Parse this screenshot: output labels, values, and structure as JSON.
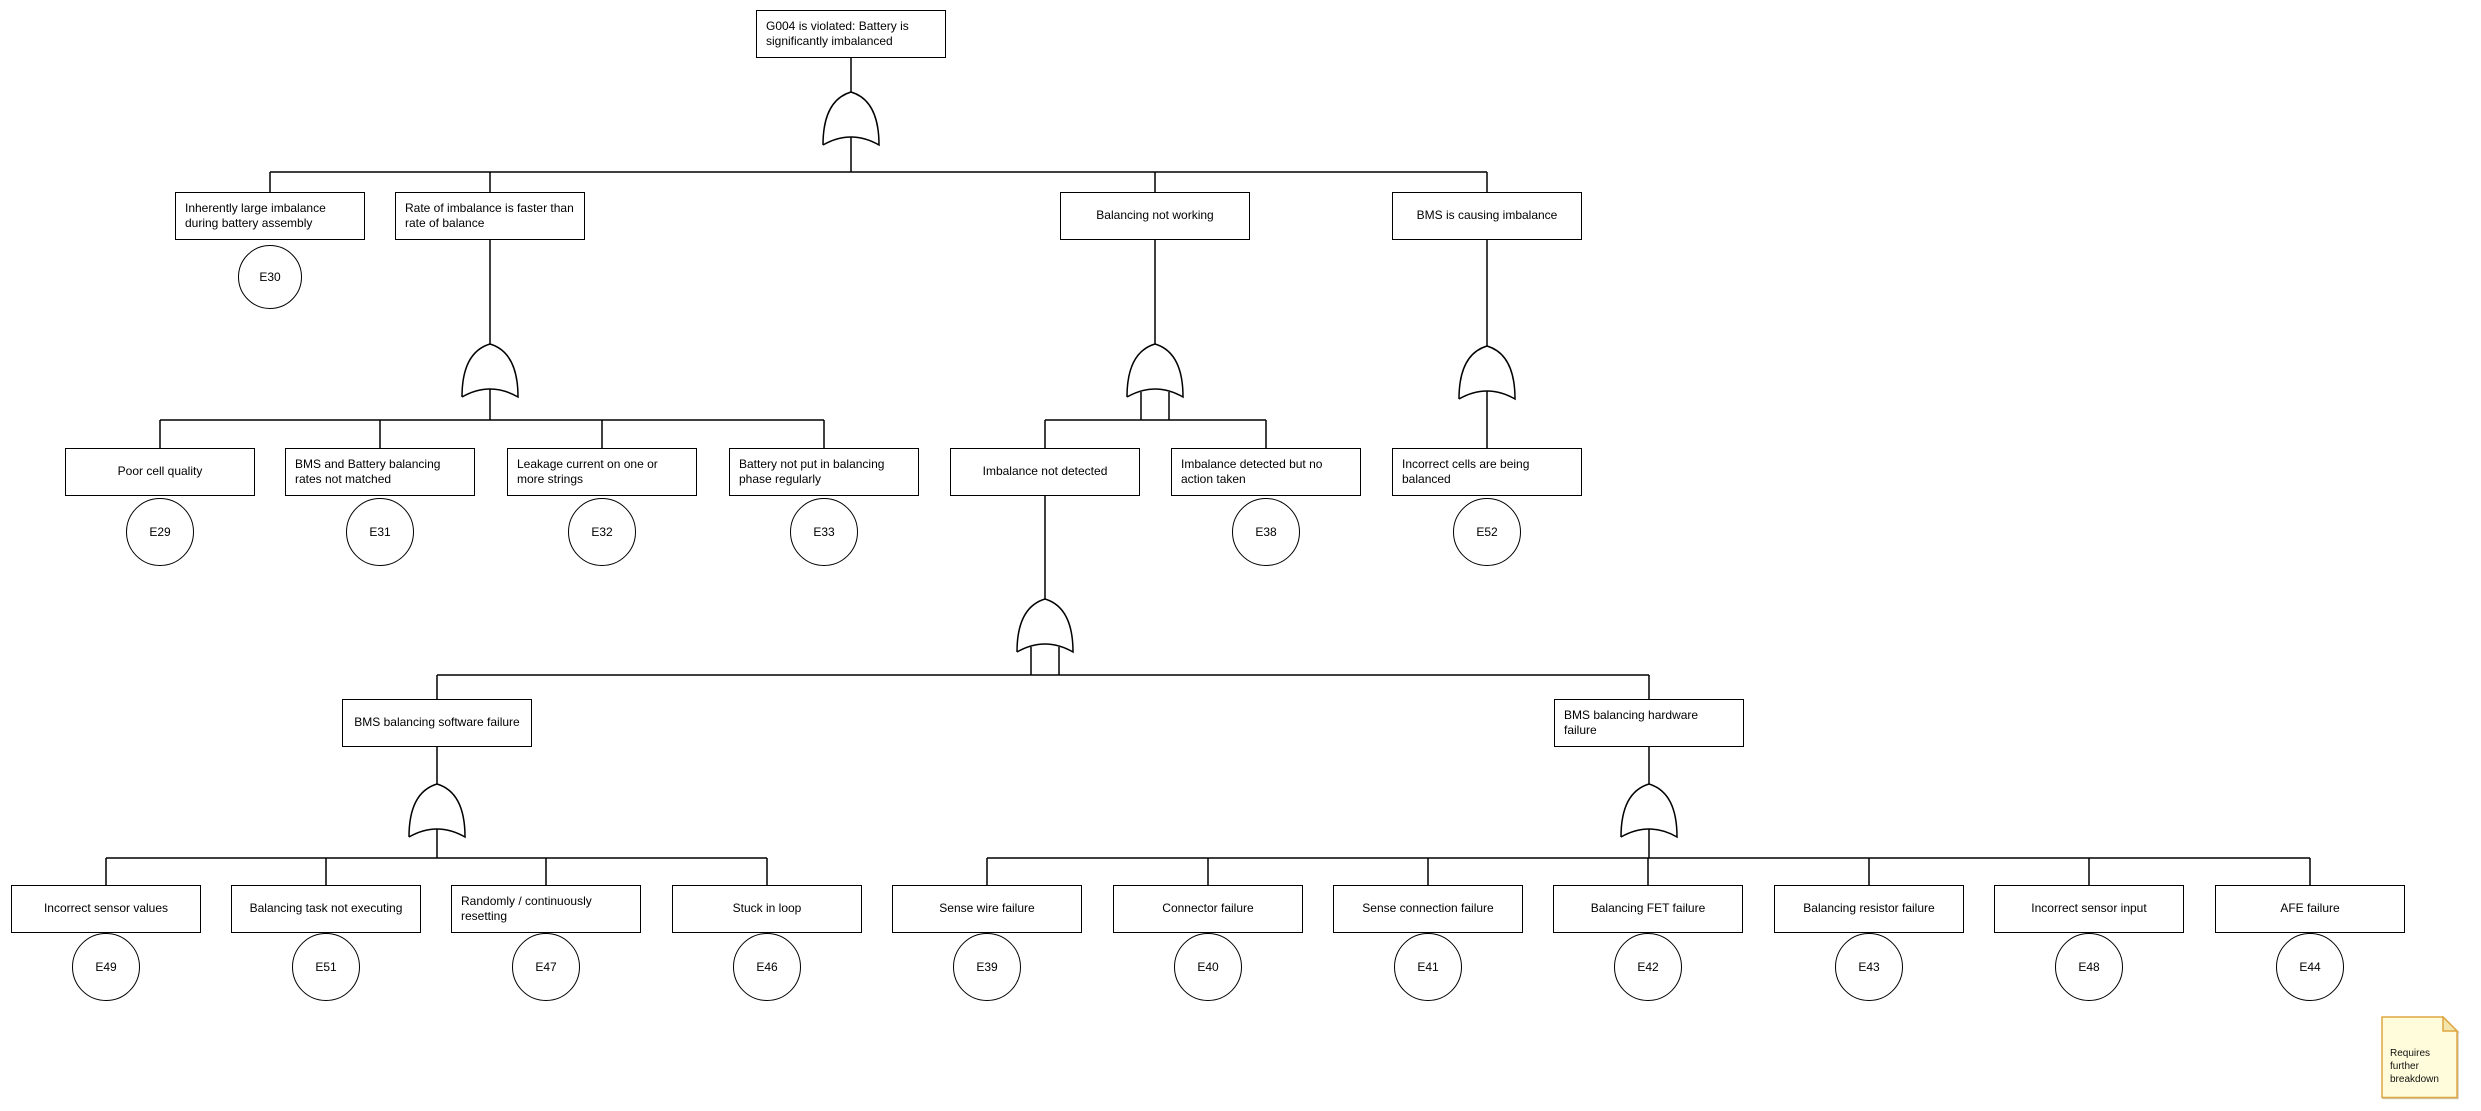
{
  "diagram": {
    "type": "fault-tree",
    "colors": {
      "line": "#000000",
      "box_background": "#ffffff",
      "note_fill": "#FFFCDB",
      "note_fold_fill": "#F3E5AC",
      "note_border": "#DFA742"
    },
    "gate_symbol": "or-gate",
    "nodes": [
      {
        "id": "top",
        "label": "G004 is violated: Battery is significantly imbalanced",
        "gate": "or"
      },
      {
        "id": "n1",
        "label": "Inherently large imbalance during battery assembly",
        "event": "E30"
      },
      {
        "id": "n2",
        "label": "Rate of imbalance is faster than rate of balance",
        "gate": "or"
      },
      {
        "id": "n3",
        "label": "Balancing not working",
        "gate": "or"
      },
      {
        "id": "n4",
        "label": "BMS is causing imbalance",
        "gate": "or"
      },
      {
        "id": "n21",
        "label": "Poor cell quality",
        "event": "E29"
      },
      {
        "id": "n22",
        "label": "BMS and Battery balancing rates not matched",
        "event": "E31"
      },
      {
        "id": "n23",
        "label": "Leakage current on one or more strings",
        "event": "E32"
      },
      {
        "id": "n24",
        "label": "Battery not put in balancing phase regularly",
        "event": "E33"
      },
      {
        "id": "n31",
        "label": "Imbalance not detected",
        "gate": "or"
      },
      {
        "id": "n32",
        "label": "Imbalance detected but no action taken",
        "event": "E38"
      },
      {
        "id": "n41",
        "label": "Incorrect cells are being balanced",
        "event": "E52"
      },
      {
        "id": "sw",
        "label": "BMS balancing software failure",
        "gate": "or"
      },
      {
        "id": "hw",
        "label": "BMS balancing hardware failure",
        "gate": "or"
      },
      {
        "id": "sw1",
        "label": "Incorrect sensor values",
        "event": "E49"
      },
      {
        "id": "sw2",
        "label": "Balancing task not executing",
        "event": "E51"
      },
      {
        "id": "sw3",
        "label": "Randomly / continuously resetting",
        "event": "E47"
      },
      {
        "id": "sw4",
        "label": "Stuck in loop",
        "event": "E46"
      },
      {
        "id": "hw1",
        "label": "Sense wire failure",
        "event": "E39"
      },
      {
        "id": "hw2",
        "label": "Connector failure",
        "event": "E40"
      },
      {
        "id": "hw3",
        "label": "Sense connection failure",
        "event": "E41"
      },
      {
        "id": "hw4",
        "label": "Balancing FET failure",
        "event": "E42"
      },
      {
        "id": "hw5",
        "label": "Balancing resistor failure",
        "event": "E43"
      },
      {
        "id": "hw6",
        "label": "Incorrect sensor input",
        "event": "E48"
      },
      {
        "id": "hw7",
        "label": "AFE failure",
        "event": "E44"
      }
    ],
    "edges": [
      {
        "parent": "top",
        "children": [
          "n1",
          "n2",
          "n3",
          "n4"
        ]
      },
      {
        "parent": "n2",
        "children": [
          "n21",
          "n22",
          "n23",
          "n24"
        ]
      },
      {
        "parent": "n3",
        "children": [
          "n31",
          "n32"
        ]
      },
      {
        "parent": "n4",
        "children": [
          "n41"
        ]
      },
      {
        "parent": "n31",
        "children": [
          "sw",
          "hw"
        ]
      },
      {
        "parent": "sw",
        "children": [
          "sw1",
          "sw2",
          "sw3",
          "sw4"
        ]
      },
      {
        "parent": "hw",
        "children": [
          "hw1",
          "hw2",
          "hw3",
          "hw4",
          "hw5",
          "hw6",
          "hw7"
        ]
      }
    ],
    "note": {
      "text": "Requires further breakdown"
    }
  }
}
